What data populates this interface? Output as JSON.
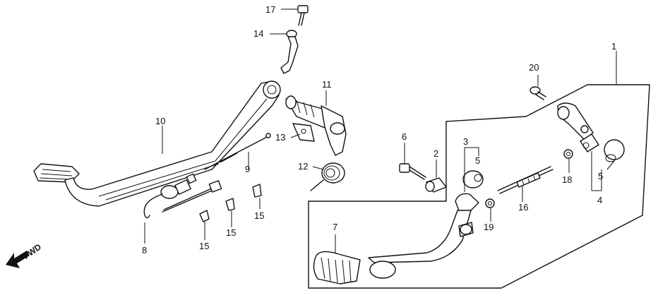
{
  "callouts": {
    "c1": "1",
    "c2": "2",
    "c3": "3",
    "c4": "4",
    "c5a": "5",
    "c5b": "5",
    "c6": "6",
    "c7": "7",
    "c8": "8",
    "c9": "9",
    "c10": "10",
    "c11": "11",
    "c12": "12",
    "c13": "13",
    "c14": "14",
    "c15a": "15",
    "c15b": "15",
    "c15c": "15",
    "c16": "16",
    "c17": "17",
    "c18": "18",
    "c19": "19",
    "c20": "20"
  },
  "fwd_label": "FWD"
}
